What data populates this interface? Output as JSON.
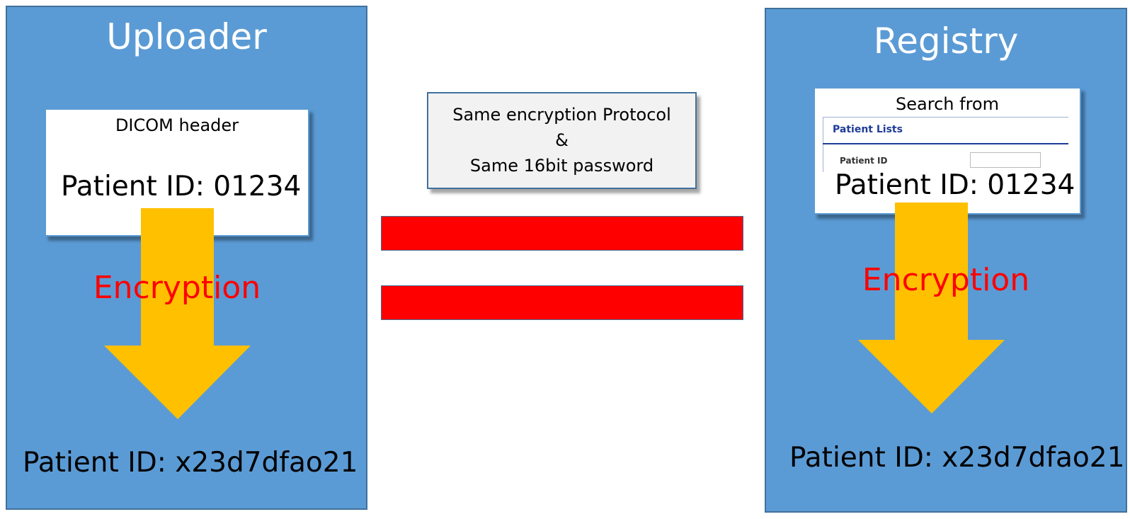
{
  "uploader": {
    "title": "Uploader",
    "header_box_title": "DICOM header",
    "patient_id_plain": "Patient ID: 01234",
    "arrow_label": "Encryption",
    "patient_id_encrypted": "Patient ID: x23d7dfao21"
  },
  "middle": {
    "protocol_line1": "Same encryption Protocol",
    "protocol_line2": "&",
    "protocol_line3": "Same 16bit password"
  },
  "registry": {
    "title": "Registry",
    "search_title": "Search from",
    "patient_lists_label": "Patient Lists",
    "patient_id_field_label": "Patient ID",
    "patient_id_plain": "Patient ID: 01234",
    "arrow_label": "Encryption",
    "patient_id_encrypted": "Patient ID: x23d7dfao21"
  },
  "colors": {
    "panel_blue": "#5b9bd5",
    "arrow_gold": "#ffc000",
    "equals_red": "#ff0000",
    "encryption_text_red": "#ff0000"
  }
}
